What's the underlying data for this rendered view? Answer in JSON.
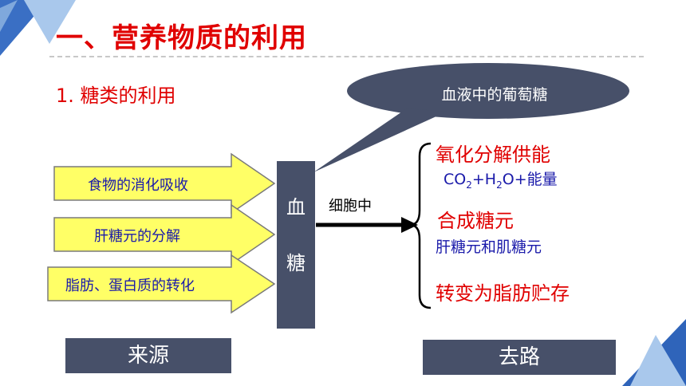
{
  "title": "一、营养物质的利用",
  "subtitle": "1. 糖类的利用",
  "bubble": "血液中的葡萄糖",
  "sources": [
    "食物的消化吸收",
    "肝糖元的分解",
    "脂肪、蛋白质的转化"
  ],
  "blood_sugar": [
    "血",
    "糖"
  ],
  "cell_label": "细胞中",
  "destinations": [
    {
      "main": "氧化分解供能",
      "sub_parts": [
        "CO",
        "2",
        "+H",
        "2",
        "O+能量"
      ]
    },
    {
      "main": "合成糖元",
      "sub": "肝糖元和肌糖元"
    },
    {
      "main": "转变为脂肪贮存"
    }
  ],
  "footer": {
    "source_label": "来源",
    "dest_label": "去路"
  },
  "colors": {
    "red": "#E00000",
    "blue": "#1A1AAA",
    "box": "#475069",
    "arrow_fill": "#FFFF66",
    "accent": "#3A6FC4"
  }
}
